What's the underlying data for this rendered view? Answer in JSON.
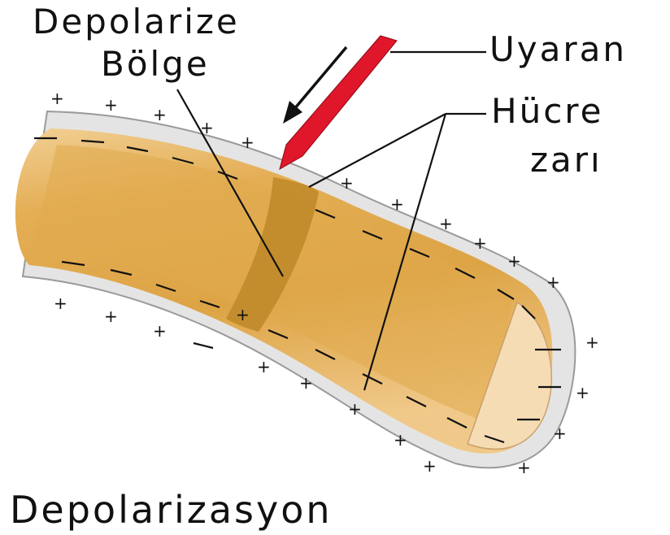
{
  "labels": {
    "depolarized_region_line1": "Depolarize",
    "depolarized_region_line2": "Bölge",
    "stimulus": "Uyaran",
    "membrane_line1": "Hücre",
    "membrane_line2": "zarı",
    "caption": "Depolarizasyon"
  },
  "colors": {
    "axon_body": "#e8b55a",
    "axon_core": "#dba548",
    "axon_light": "#f3d39c",
    "end_face": "#f5dcb4",
    "depolarized_band": "#c08a2a",
    "membrane": "#e4e4e4",
    "membrane_edge": "#9a9a9a",
    "stimulus": "#e0162b",
    "text": "#111111"
  },
  "charges": {
    "outside_sign": "+",
    "inside_sign": "−"
  }
}
